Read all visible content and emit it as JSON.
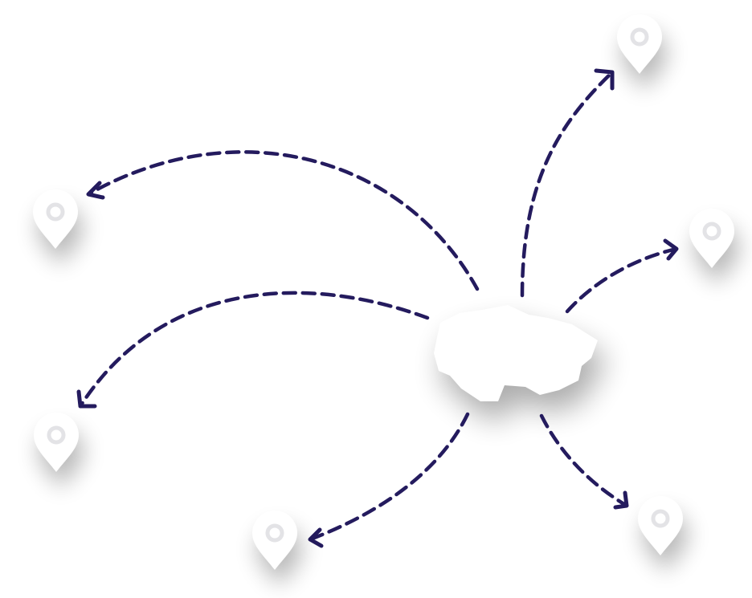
{
  "colors": {
    "arrow": "#241b5e",
    "pin_fill": "#ffffff",
    "pin_ring": "#e3e3e6",
    "shadow": "#000000",
    "background": "#ffffff"
  },
  "diagram": {
    "hub": {
      "name": "central-region-shape",
      "icon": "region-map-shape"
    },
    "destinations": [
      {
        "name": "pin-top-right",
        "icon": "map-pin-icon"
      },
      {
        "name": "pin-right",
        "icon": "map-pin-icon"
      },
      {
        "name": "pin-bottom-right",
        "icon": "map-pin-icon"
      },
      {
        "name": "pin-bottom-center",
        "icon": "map-pin-icon"
      },
      {
        "name": "pin-bottom-left",
        "icon": "map-pin-icon"
      },
      {
        "name": "pin-top-left",
        "icon": "map-pin-icon"
      }
    ],
    "connections": [
      {
        "from": "central-region-shape",
        "to": "pin-top-right",
        "style": "dashed-arrow"
      },
      {
        "from": "central-region-shape",
        "to": "pin-right",
        "style": "dashed-arrow"
      },
      {
        "from": "central-region-shape",
        "to": "pin-bottom-right",
        "style": "dashed-arrow"
      },
      {
        "from": "central-region-shape",
        "to": "pin-bottom-center",
        "style": "dashed-arrow"
      },
      {
        "from": "central-region-shape",
        "to": "pin-bottom-left",
        "style": "dashed-arrow"
      },
      {
        "from": "central-region-shape",
        "to": "pin-top-left",
        "style": "dashed-arrow"
      }
    ]
  }
}
